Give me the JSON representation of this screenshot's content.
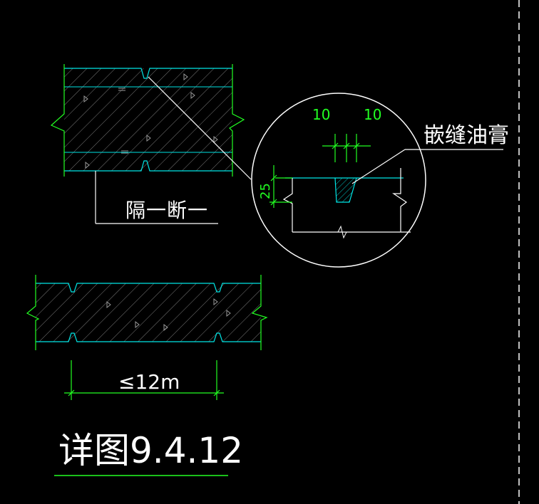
{
  "drawing": {
    "title": "详图9.4.12",
    "joint_material_label": "嵌缝油膏",
    "spacing_label": "隔一断一",
    "spacing_dimension": "≤12m",
    "detail_dims": {
      "width_left": "10",
      "width_right": "10",
      "depth": "25"
    }
  },
  "colors": {
    "background": "#000000",
    "slab_outline": "#00e5e5",
    "dimension": "#22ff22",
    "leader_and_text": "#ffffff",
    "hatch": "#7a7a7a"
  }
}
